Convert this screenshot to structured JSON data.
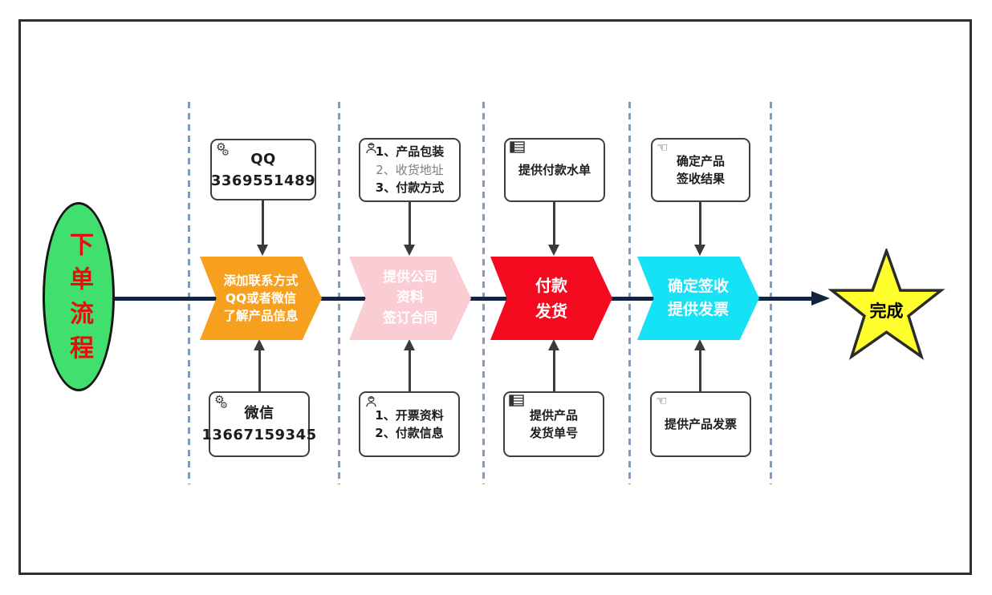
{
  "colors": {
    "frame_border": "#2e2e2e",
    "lane_divider": "#7c9cc4",
    "flow_line": "#12233f",
    "start_fill": "#41e06e",
    "start_text": "#e60d0d",
    "step_orange": "#f6a01d",
    "step_pink": "#facdd5",
    "step_red": "#f40a1e",
    "step_cyan": "#16e2f5",
    "star_fill": "#ffff2e",
    "note_border": "#3f3f3f",
    "connector": "#3b3b3b"
  },
  "start": {
    "label": "下单流程"
  },
  "end": {
    "label": "完成"
  },
  "steps": [
    {
      "lines": [
        "添加联系方式",
        "QQ或者微信",
        "了解产品信息"
      ]
    },
    {
      "lines": [
        "提供公司",
        "资料",
        "签订合同"
      ]
    },
    {
      "lines": [
        "付款",
        "发货"
      ]
    },
    {
      "lines": [
        "确定签收",
        "提供发票"
      ]
    }
  ],
  "notes_top": [
    {
      "icon": "gears-icon",
      "lines": [
        "QQ",
        "3369551489"
      ]
    },
    {
      "icon": "worker-icon",
      "lines": [
        "1、产品包装",
        "2、收货地址",
        "3、付款方式"
      ]
    },
    {
      "icon": "table-icon",
      "lines": [
        "提供付款水单"
      ]
    },
    {
      "icon": "hand-icon",
      "lines": [
        "确定产品",
        "签收结果"
      ]
    }
  ],
  "notes_bottom": [
    {
      "icon": "gears-icon",
      "lines": [
        "微信",
        "13667159345"
      ]
    },
    {
      "icon": "worker-icon",
      "lines": [
        "1、开票资料",
        "2、付款信息"
      ]
    },
    {
      "icon": "table-icon",
      "lines": [
        "提供产品",
        "发货单号"
      ]
    },
    {
      "icon": "hand-icon",
      "lines": [
        "提供产品发票"
      ]
    }
  ]
}
